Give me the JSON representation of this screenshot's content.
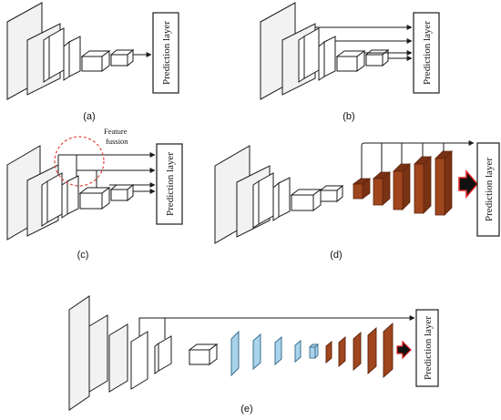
{
  "prediction_label": "Prediction layer",
  "feature_fusion": [
    "Feature",
    "fussion"
  ],
  "captions": {
    "a": "(a)",
    "b": "(b)",
    "c": "(c)",
    "d": "(d)",
    "e": "(e)"
  },
  "colors": {
    "stroke": "#1a1a1a",
    "plane_fill": "#f2f2f2",
    "box_fill": "#ffffff",
    "brown_front": "#a0461e",
    "brown_side": "#7a3214",
    "blue_fill": "#a9d3ea",
    "blue_stroke": "#3d6f8e",
    "fusion_circle": "#e0463a",
    "fat_arrow_outline": "#e02020",
    "fat_arrow_fill": "#111111"
  }
}
